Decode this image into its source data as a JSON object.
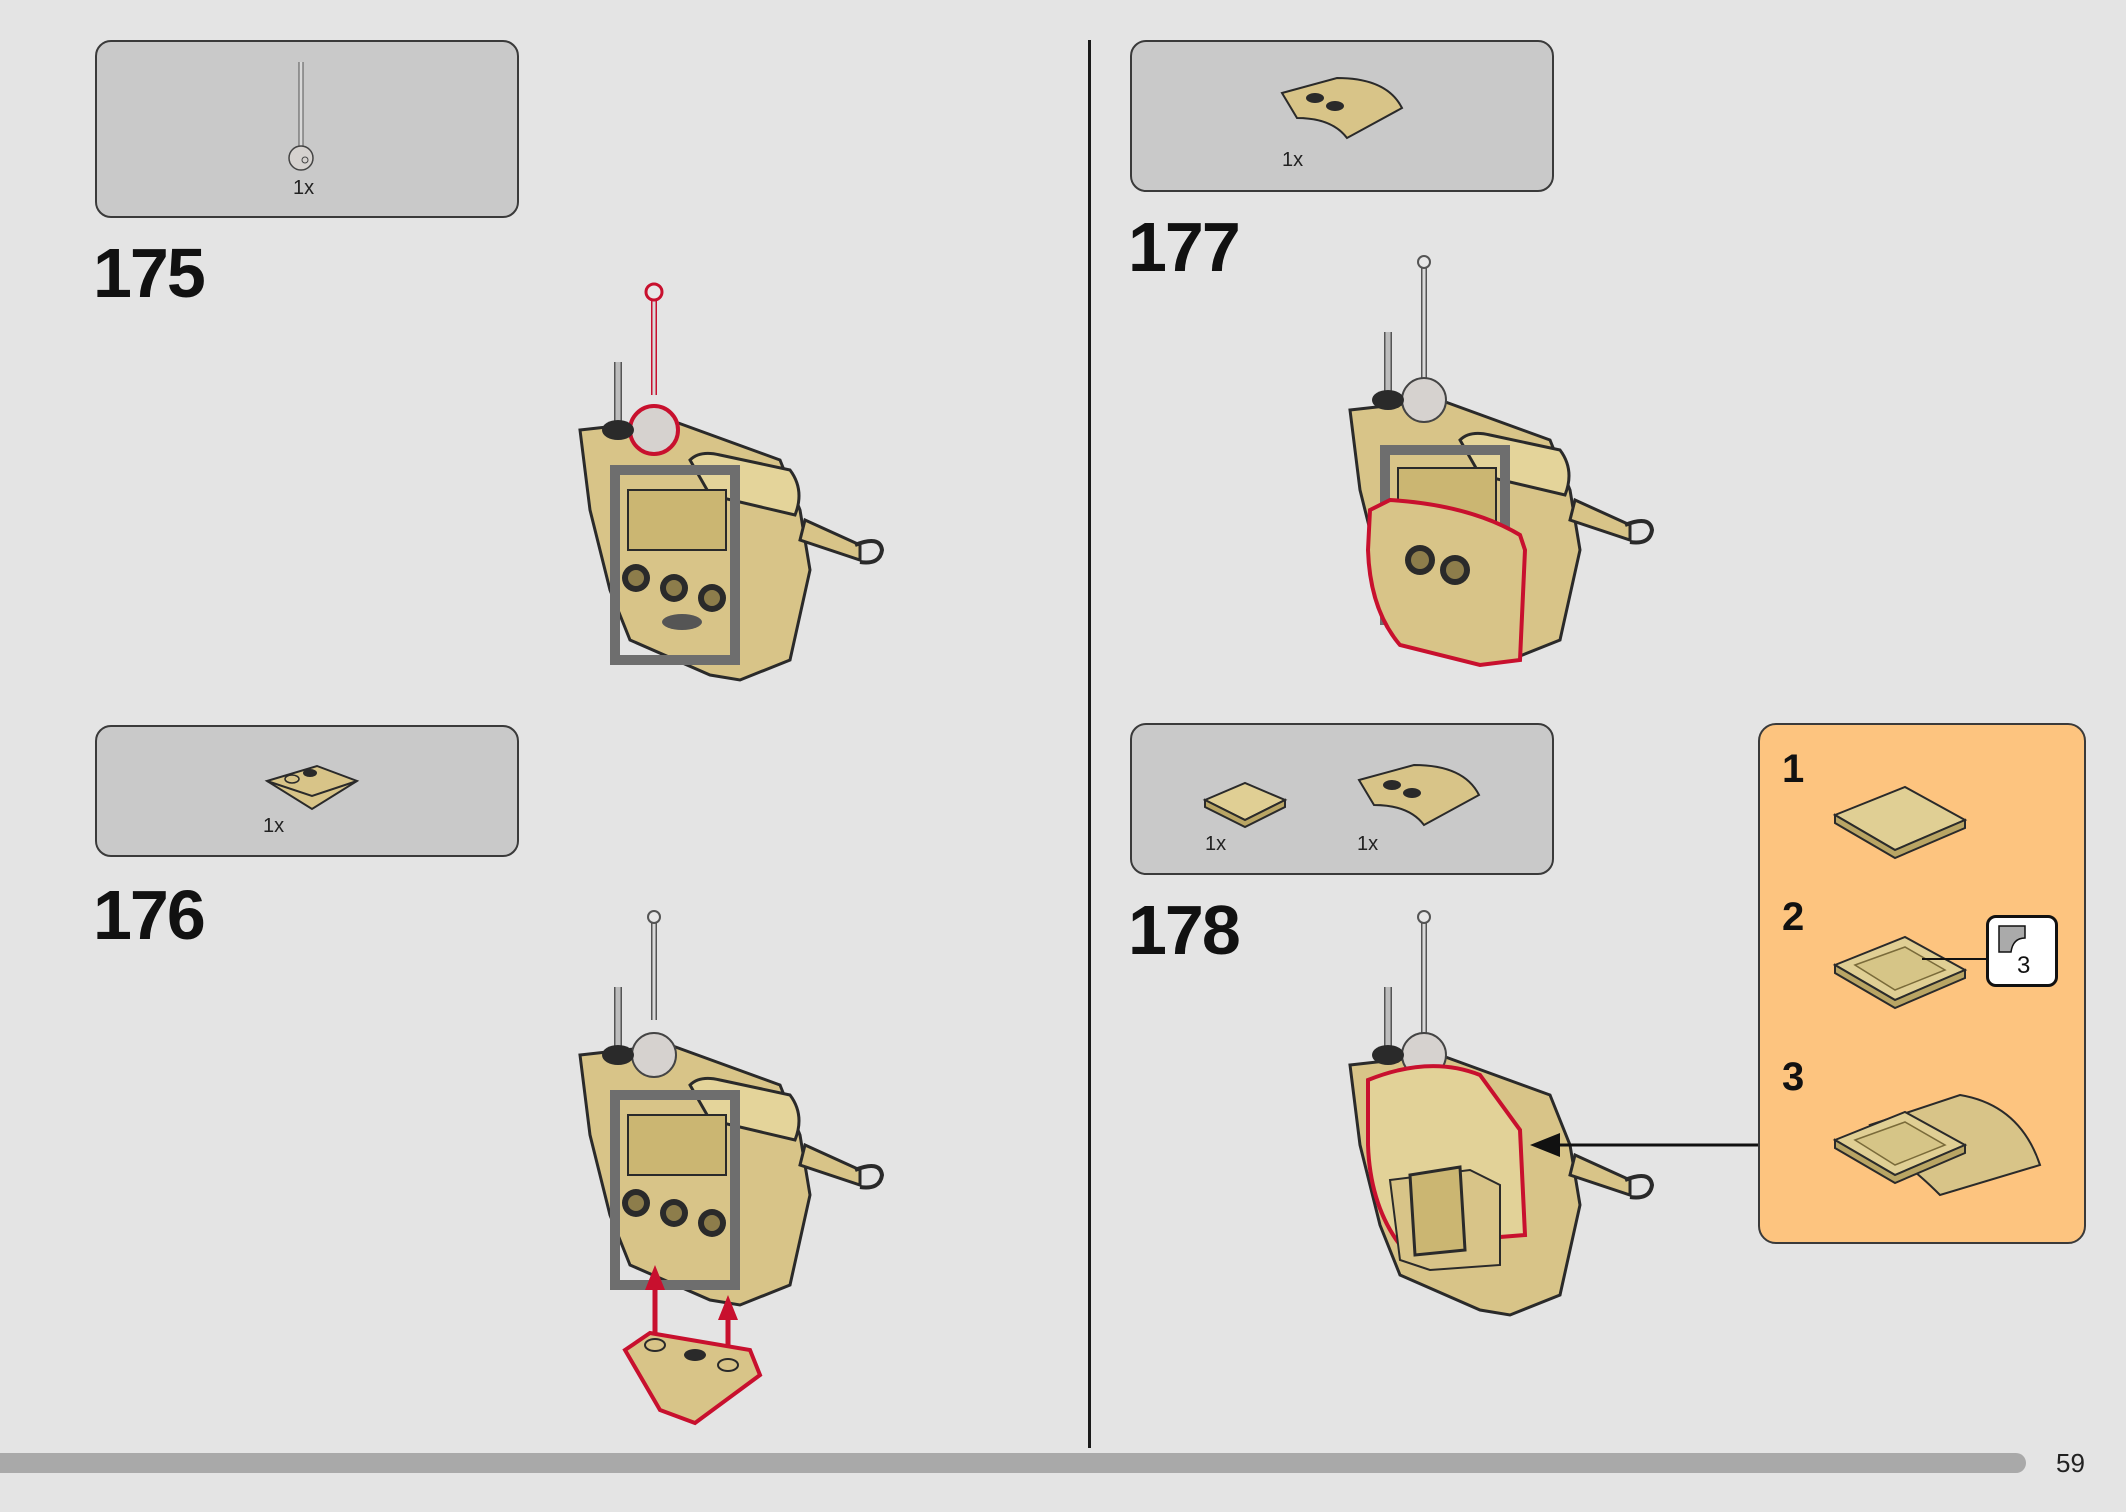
{
  "page_number": "59",
  "colors": {
    "background": "#e4e4e4",
    "parts_box": "#c9c9c9",
    "tan": "#d8c488",
    "highlight": "#c8102e",
    "callout": "#fdc47f"
  },
  "steps": [
    {
      "number": "175",
      "parts": [
        {
          "qty": "1x"
        }
      ]
    },
    {
      "number": "176",
      "parts": [
        {
          "qty": "1x"
        }
      ]
    },
    {
      "number": "177",
      "parts": [
        {
          "qty": "1x"
        }
      ]
    },
    {
      "number": "178",
      "parts": [
        {
          "qty": "1x"
        },
        {
          "qty": "1x"
        }
      ]
    }
  ],
  "sub_steps": [
    {
      "label": "1"
    },
    {
      "label": "2",
      "sticker_ref": "3"
    },
    {
      "label": "3"
    }
  ]
}
